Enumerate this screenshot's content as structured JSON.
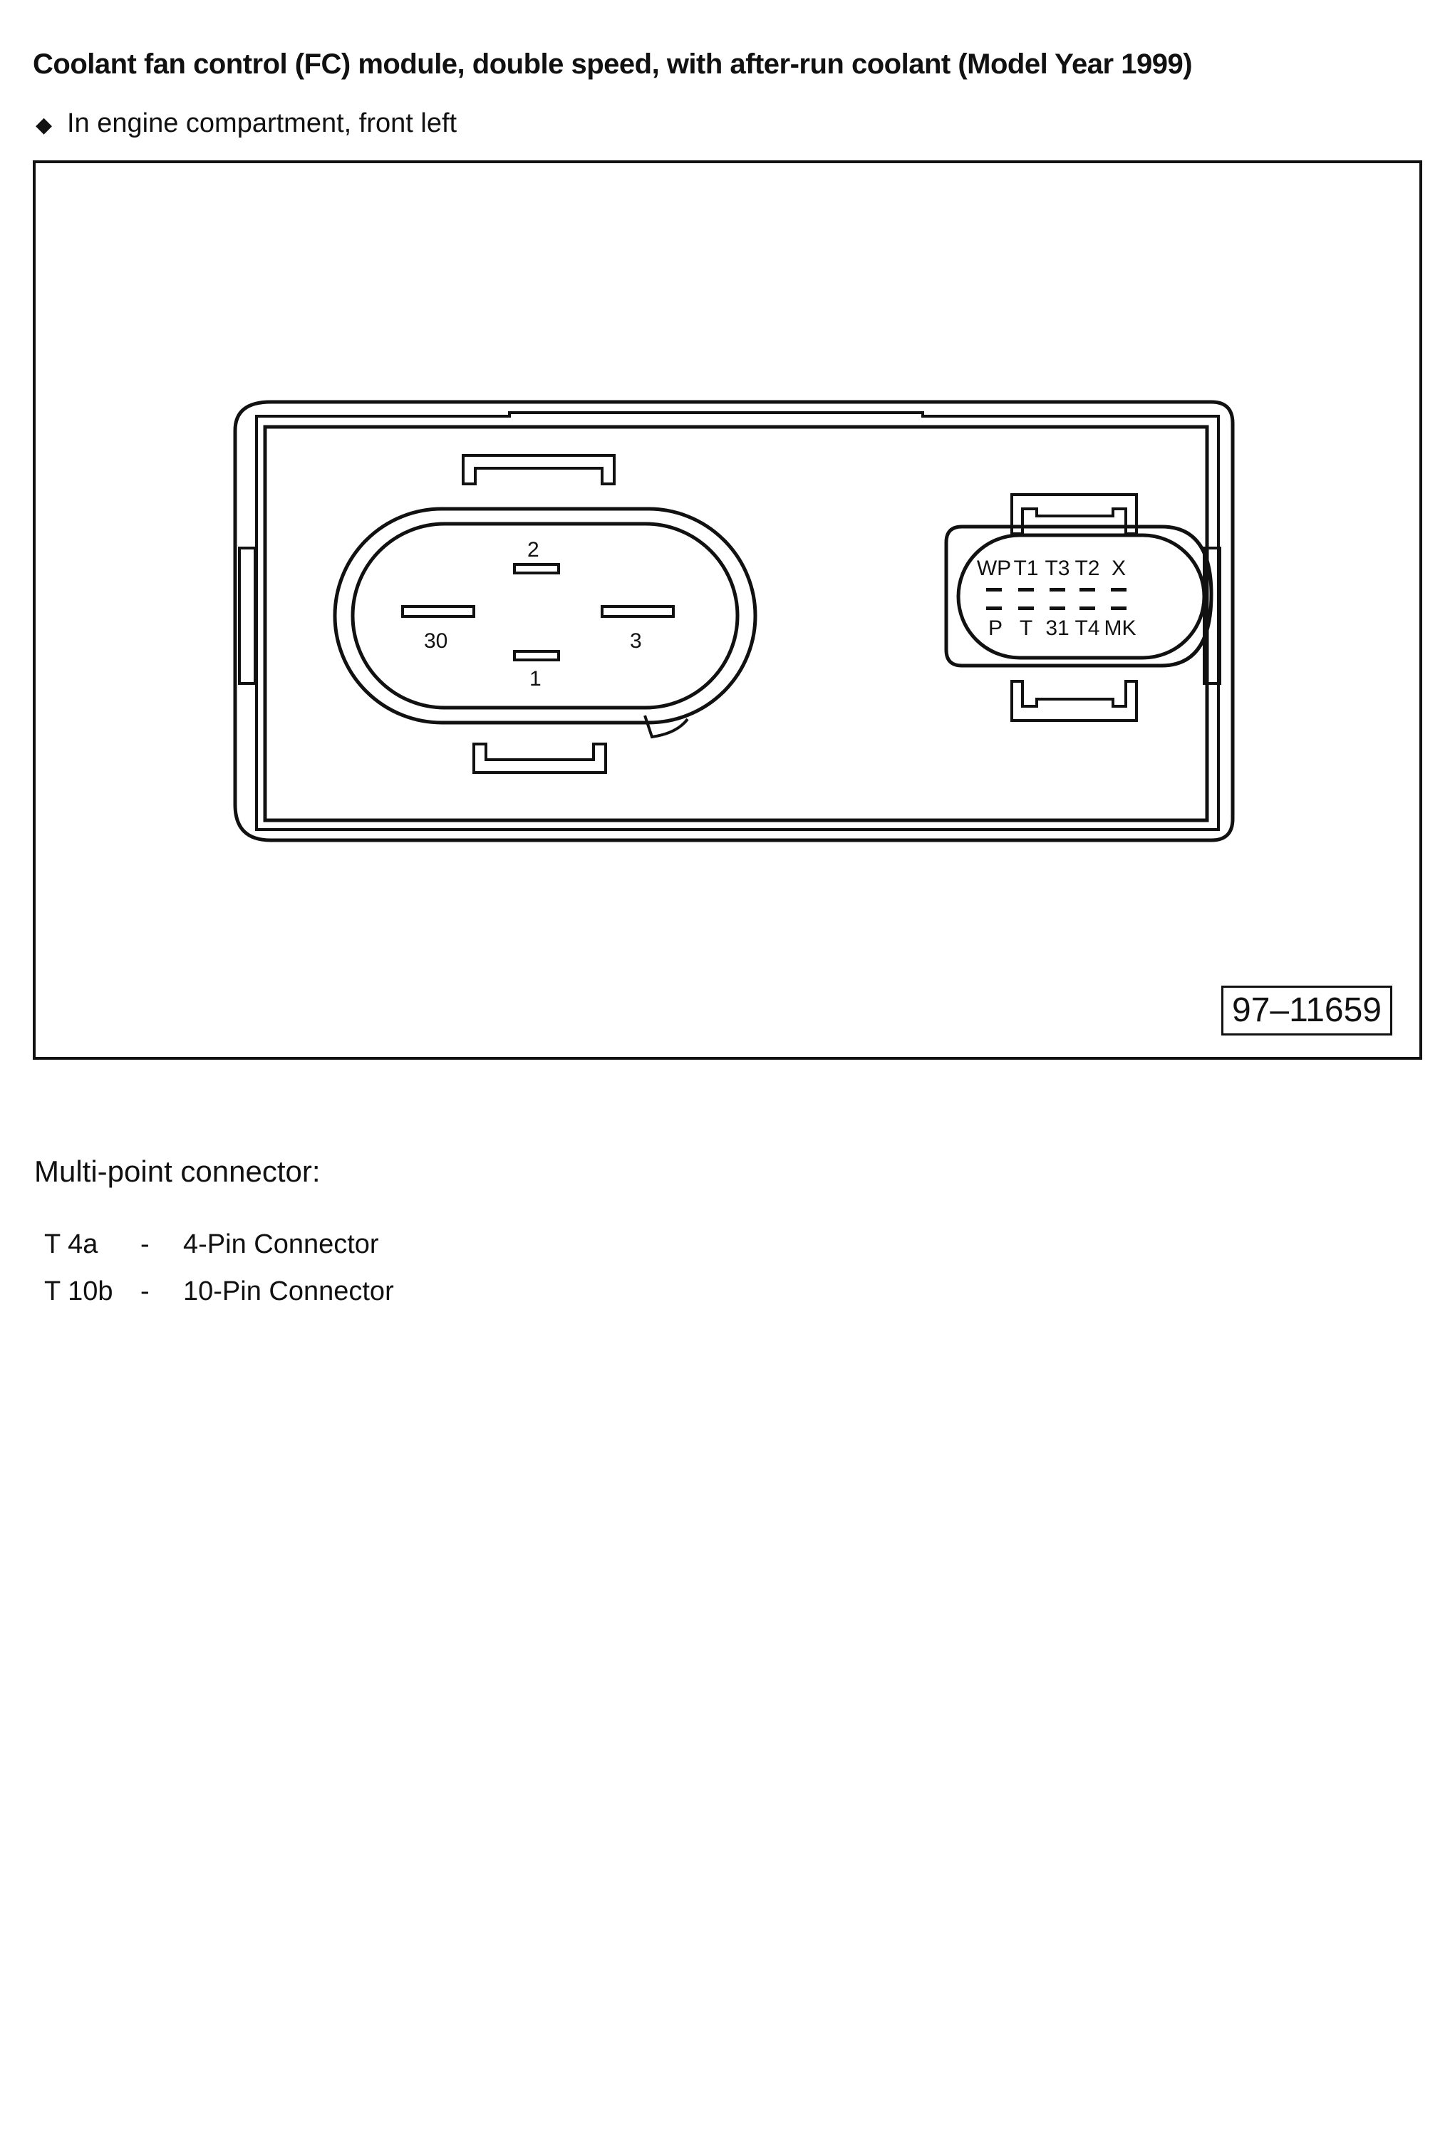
{
  "title": "Coolant fan control (FC) module, double speed, with after-run coolant (Model Year 1999)",
  "location": {
    "bullet_icon": "diamond-bullet-icon",
    "text": "In engine compartment, front left"
  },
  "figure": {
    "number": "97–11659",
    "connector_4pin": {
      "pins": [
        "2",
        "30",
        "3",
        "1"
      ]
    },
    "connector_10pin": {
      "top_row": [
        "WP",
        "T1",
        "T3",
        "T2",
        "X"
      ],
      "bottom_row": [
        "P",
        "T",
        "31",
        "T4",
        "MK"
      ]
    }
  },
  "section_label": "Multi-point connector:",
  "legend": [
    {
      "code": "T 4a",
      "dash": "-",
      "desc": "4-Pin Connector"
    },
    {
      "code": "T 10b",
      "dash": "-",
      "desc": "10-Pin Connector"
    }
  ]
}
